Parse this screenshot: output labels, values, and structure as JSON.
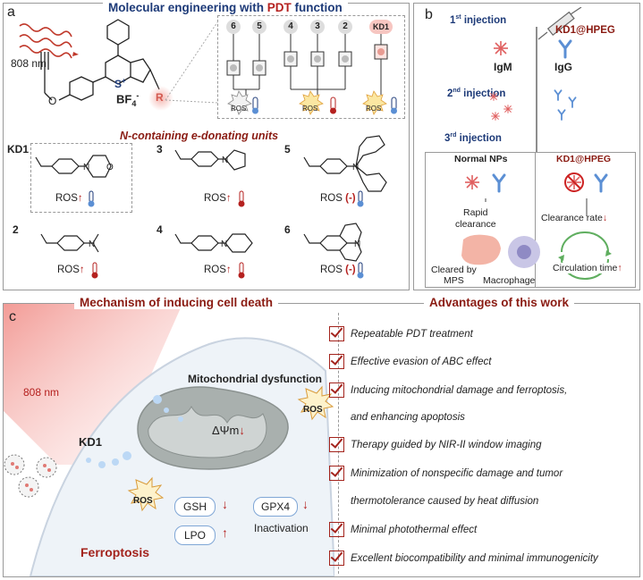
{
  "panel_a": {
    "letter": "a",
    "title_prefix": "Molecular engineering with ",
    "title_highlight": "PDT",
    "title_suffix": " function",
    "laser": "808 nm",
    "s_label": "S",
    "s_charge": "+",
    "counterion": "BF",
    "counterion_sub": "4",
    "counterion_sup": "-",
    "r_label": "R",
    "bars": [
      "6",
      "5",
      "4",
      "3",
      "2",
      "KD1"
    ],
    "bar_ros": "ROS",
    "subtitle": "N-containing e-donating units",
    "compounds": [
      {
        "id": "KD1",
        "effect": "ROS",
        "arrow": "↑"
      },
      {
        "id": "3",
        "effect": "ROS",
        "arrow": "↑"
      },
      {
        "id": "5",
        "effect": "ROS",
        "arrow": "(-)"
      },
      {
        "id": "2",
        "effect": "ROS",
        "arrow": "↑"
      },
      {
        "id": "4",
        "effect": "ROS",
        "arrow": "↑"
      },
      {
        "id": "6",
        "effect": "ROS",
        "arrow": "(-)"
      }
    ]
  },
  "panel_b": {
    "letter": "b",
    "product": "KD1@HPEG",
    "injection1": "1",
    "injection2": "2",
    "injection3": "3",
    "injection1_sup": "st",
    "injection2_sup": "nd",
    "injection3_sup": "rd",
    "injection_word": " injection",
    "igm": "IgM",
    "igg": "IgG",
    "normal_nps": "Normal NPs",
    "rapid_clearance": "Rapid\nclearance",
    "cleared_by": "Cleared by\nMPS",
    "macrophage": "Macrophage",
    "clearance_rate": "Clearance rate",
    "circulation_time": "Circulation time"
  },
  "panel_c": {
    "letter": "c",
    "title": "Mechanism of inducing cell death",
    "laser": "808 nm",
    "kd1": "KD1",
    "mito": "Mitochondrial dysfunction",
    "ros": "ROS",
    "dpsi": "ΔΨm",
    "gsh": "GSH",
    "gpx4": "GPX4",
    "lpo": "LPO",
    "inactivation": "Inactivation",
    "ferroptosis": "Ferroptosis"
  },
  "advantages": {
    "title": "Advantages of this work",
    "items": [
      "Repeatable PDT treatment",
      "Effective evasion of ABC effect",
      "Inducing mitochondrial damage and ferroptosis,",
      "and enhancing apoptosis",
      "Therapy guided by NIR-II window imaging",
      "Minimization of nonspecific damage and tumor",
      "thermotolerance caused by heat diffusion",
      "Minimal photothermal effect",
      "Excellent biocompatibility and minimal immunogenicity"
    ]
  },
  "colors": {
    "navy": "#1d3a78",
    "red": "#b5211f",
    "dark_red": "#8a1b12",
    "pink_glow": "#f3b0ac",
    "cell_fill": "#eef3f8"
  }
}
